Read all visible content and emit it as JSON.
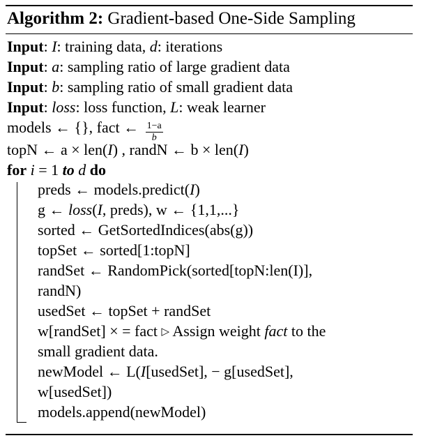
{
  "algorithm": {
    "label": "Algorithm 2:",
    "title": "Gradient-based One-Side Sampling"
  },
  "inputs": [
    {
      "kw": "Input",
      "rest_a": ": ",
      "var1": "I",
      "text1": ": training data, ",
      "var2": "d",
      "text2": ": iterations"
    },
    {
      "kw": "Input",
      "rest_a": ": ",
      "var1": "a",
      "text1": ": sampling ratio of large gradient data"
    },
    {
      "kw": "Input",
      "rest_a": ": ",
      "var1": "b",
      "text1": ": sampling ratio of small gradient data"
    },
    {
      "kw": "Input",
      "rest_a": ": ",
      "var1": "loss",
      "text1": ": loss function, ",
      "var2": "L",
      "text2": ": weak learner"
    }
  ],
  "init": {
    "line1_a": "models ← {}, fact ← ",
    "frac_num": "1−a",
    "frac_den": "b",
    "line2_a": "topN ← a × len(",
    "line2_I": "I",
    "line2_b": ") , randN ← b × len(",
    "line2_I2": "I",
    "line2_c": ")"
  },
  "loop": {
    "for_kw": "for",
    "var_i": "i",
    "eq": " = 1 ",
    "to_kw": "to",
    "var_d": "d",
    "do_kw": "do"
  },
  "body": {
    "l1_a": "preds ← models.predict(",
    "l1_I": "I",
    "l1_b": ")",
    "l2_a": "g ← ",
    "l2_loss": "loss",
    "l2_b": "(",
    "l2_I": "I",
    "l2_c": ", preds), w ← {1,1,...}",
    "l3": "sorted ← GetSortedIndices(abs(g))",
    "l4": "topSet ← sorted[1:topN]",
    "l5": "randSet ← RandomPick(sorted[topN:len(I)],",
    "l6": "randN)",
    "l7": "usedSet ← topSet + randSet",
    "l8_a": "w[randSet] × = fact ",
    "l8_tri": "▷",
    "l8_b": " Assign weight ",
    "l8_fact": "fact",
    "l8_c": " to the",
    "l9": "small gradient data.",
    "l10_a": "newModel ← L(",
    "l10_I": "I",
    "l10_b": "[usedSet], − g[usedSet],",
    "l11": "w[usedSet])",
    "l12": "models.append(newModel)"
  }
}
